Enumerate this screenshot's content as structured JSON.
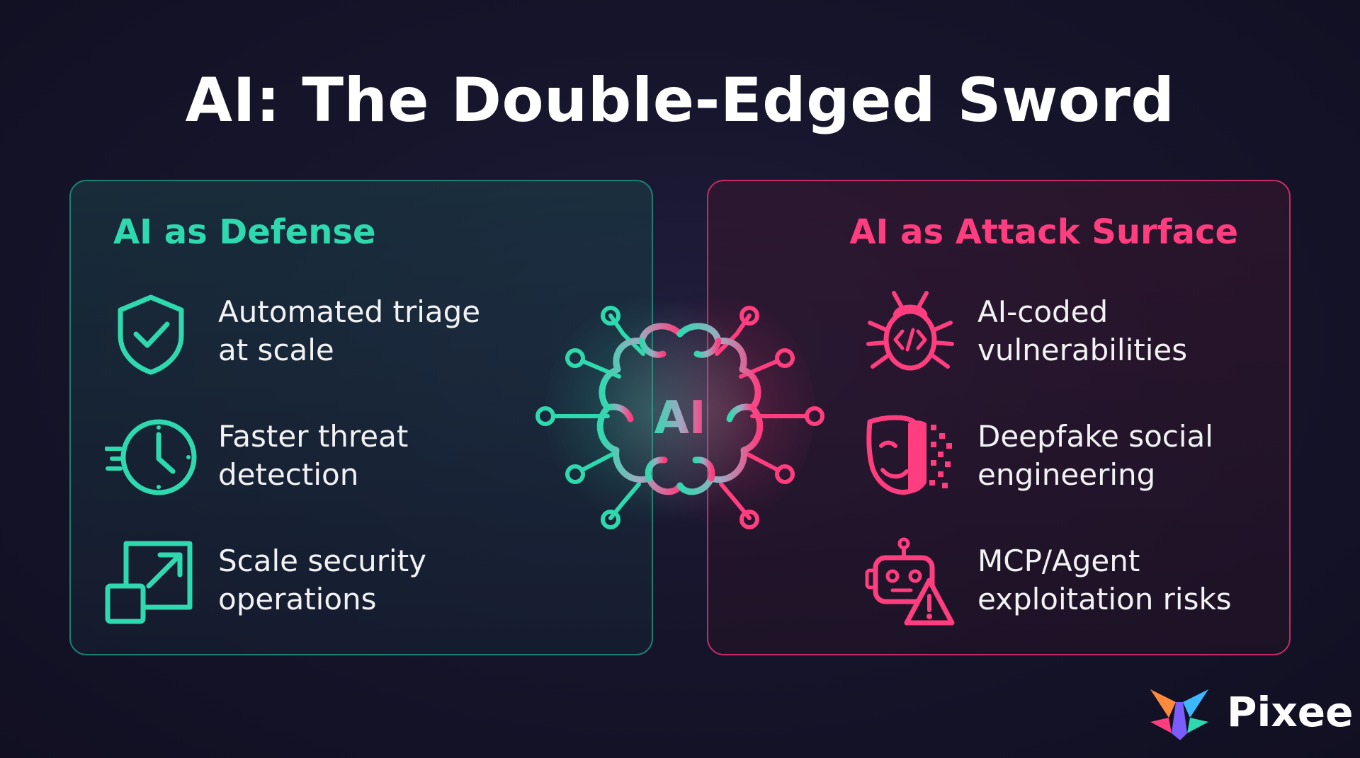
{
  "title": "AI: The Double-Edged Sword",
  "defense": {
    "heading": "AI as Defense",
    "color": "#2fd9b0",
    "items": [
      {
        "text": "Automated triage at scale",
        "icon": "shield-check-icon"
      },
      {
        "text": "Faster threat detection",
        "icon": "fast-clock-icon"
      },
      {
        "text": "Scale security operations",
        "icon": "scale-up-arrow-icon"
      }
    ]
  },
  "attack": {
    "heading": "AI as Attack Surface",
    "color": "#ff3d7f",
    "items": [
      {
        "text": "AI-coded vulnerabilities",
        "icon": "code-bug-icon"
      },
      {
        "text": "Deepfake social engineering",
        "icon": "pixelated-mask-icon"
      },
      {
        "text": "MCP/Agent exploitation risks",
        "icon": "robot-warning-icon"
      }
    ]
  },
  "hub": {
    "label": "AI",
    "icon": "ai-brain-circuit-icon"
  },
  "logo": {
    "text": "Pixee",
    "icon": "pixee-logo-icon"
  }
}
